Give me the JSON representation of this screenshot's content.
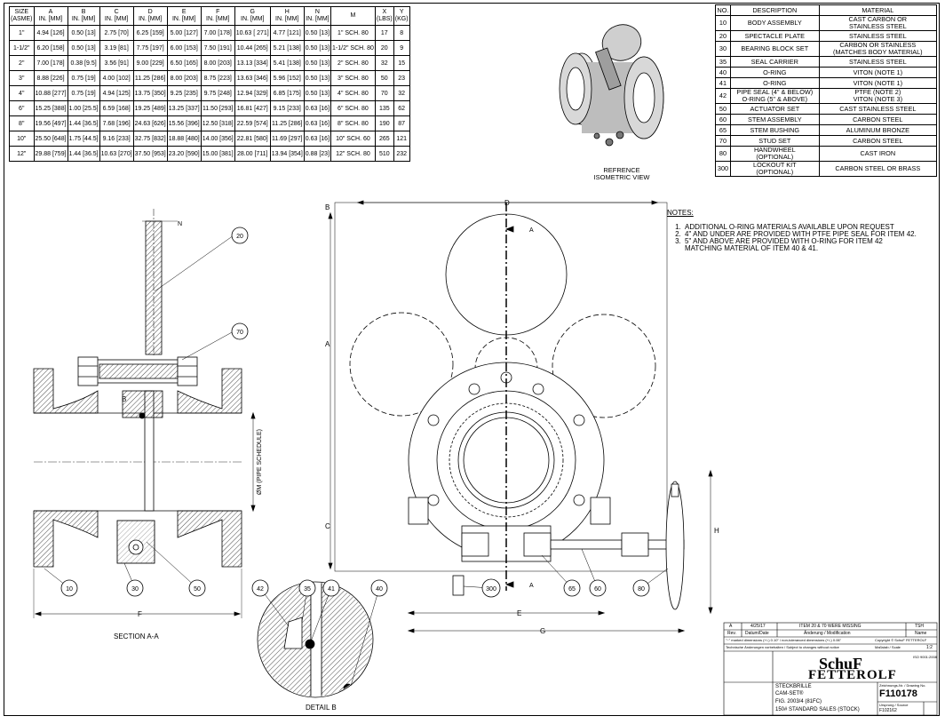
{
  "dimension_table": {
    "headers": [
      {
        "top": "SIZE",
        "bot": "(ASME)"
      },
      {
        "top": "A",
        "bot": "IN. [MM]"
      },
      {
        "top": "B",
        "bot": "IN. [MM]"
      },
      {
        "top": "C",
        "bot": "IN. [MM]"
      },
      {
        "top": "D",
        "bot": "IN. [MM]"
      },
      {
        "top": "E",
        "bot": "IN. [MM]"
      },
      {
        "top": "F",
        "bot": "IN. [MM]"
      },
      {
        "top": "G",
        "bot": "IN. [MM]"
      },
      {
        "top": "H",
        "bot": "IN. [MM]"
      },
      {
        "top": "N",
        "bot": "IN. [MM]"
      },
      {
        "top": "M",
        "bot": ""
      },
      {
        "top": "X",
        "bot": "(LBS)"
      },
      {
        "top": "Y",
        "bot": "(KG)"
      }
    ],
    "rows": [
      [
        "1\"",
        "4.94 [126]",
        "0.50 [13]",
        "2.75 [70]",
        "6.25 [159]",
        "5.00 [127]",
        "7.00 [178]",
        "10.63 [ 271]",
        "4.77 [121]",
        "0.50 [13]",
        "1\" SCH. 80",
        "17",
        "8"
      ],
      [
        "1-1/2\"",
        "6.20 [158]",
        "0.50 [13]",
        "3.19 [81]",
        "7.75 [197]",
        "6.00 [153]",
        "7.50 [191]",
        "10.44 [265]",
        "5.21 [138]",
        "0.50 [13]",
        "1-1/2\" SCH. 80",
        "20",
        "9"
      ],
      [
        "2\"",
        "7.00 [178]",
        "0.38 [9.5]",
        "3.56 [91]",
        "9.00 [229]",
        "6.50 [165]",
        "8.00 [203]",
        "13.13 [334]",
        "5.41 [138]",
        "0.50 [13]",
        "2\" SCH. 80",
        "32",
        "15"
      ],
      [
        "3\"",
        "8.88 [226]",
        "0.75 [19]",
        "4.00 [102]",
        "11.25 [286]",
        "8.00 [203]",
        "8.75 [223]",
        "13.63 [346]",
        "5.96 [152]",
        "0.50 [13]",
        "3\" SCH. 80",
        "50",
        "23"
      ],
      [
        "4\"",
        "10.88 [277]",
        "0.75 [19]",
        "4.94 [125]",
        "13.75 [350]",
        "9.25 [235]",
        "9.75 [248]",
        "12.94 [329]",
        "6.85 [175]",
        "0.50 [13]",
        "4\" SCH. 80",
        "70",
        "32"
      ],
      [
        "6\"",
        "15.25 [388]",
        "1.00 [25.5]",
        "6.59 [168]",
        "19.25 [489]",
        "13.25 [337]",
        "11.50 [293]",
        "16.81 [427]",
        "9.15 [233]",
        "0.63 [16]",
        "6\" SCH. 80",
        "135",
        "62"
      ],
      [
        "8\"",
        "19.56 [497]",
        "1.44 [36.5]",
        "7.68 [196]",
        "24.63 [626]",
        "15.56 [396]",
        "12.50 [318]",
        "22.59 [574]",
        "11.25 [286]",
        "0.63 [16]",
        "8\" SCH. 80",
        "190",
        "87"
      ],
      [
        "10\"",
        "25.50 [648]",
        "1.75 [44.5]",
        "9.16 [233]",
        "32.75 [832]",
        "18.88 [480]",
        "14.00 [356]",
        "22.81 [580]",
        "11.69 [297]",
        "0.63 [16]",
        "10\" SCH. 60",
        "265",
        "121"
      ],
      [
        "12\"",
        "29.88 [759]",
        "1.44 [36.5]",
        "10.63 [270]",
        "37.50 [953]",
        "23.20 [590]",
        "15.00 [381]",
        "28.00 [711]",
        "13.94 [354]",
        "0.88 [23]",
        "12\" SCH. 80",
        "510",
        "232"
      ]
    ]
  },
  "parts_list": {
    "headers": [
      "NO.",
      "DESCRIPTION",
      "MATERIAL"
    ],
    "rows": [
      {
        "no": "10",
        "desc": "BODY ASSEMBLY",
        "mat": "CAST CARBON OR\nSTAINLESS STEEL"
      },
      {
        "no": "20",
        "desc": "SPECTACLE PLATE",
        "mat": "STAINLESS STEEL"
      },
      {
        "no": "30",
        "desc": "BEARING BLOCK SET",
        "mat": "CARBON OR STAINLESS\n(MATCHES BODY MATERIAL)"
      },
      {
        "no": "35",
        "desc": "SEAL CARRIER",
        "mat": "STAINLESS STEEL"
      },
      {
        "no": "40",
        "desc": "O-RING",
        "mat": "VITON (NOTE 1)"
      },
      {
        "no": "41",
        "desc": "O-RING",
        "mat": "VITON (NOTE 1)"
      },
      {
        "no": "42",
        "desc": "PIPE SEAL (4\" & BELOW)\nO-RING (5\" & ABOVE)",
        "mat": "PTFE (NOTE 2)\nVITON (NOTE 3)"
      },
      {
        "no": "50",
        "desc": "ACTUATOR SET",
        "mat": "CAST STAINLESS STEEL"
      },
      {
        "no": "60",
        "desc": "STEM ASSEMBLY",
        "mat": "CARBON STEEL"
      },
      {
        "no": "65",
        "desc": "STEM BUSHING",
        "mat": "ALUMINUM BRONZE"
      },
      {
        "no": "70",
        "desc": "STUD SET",
        "mat": "CARBON STEEL"
      },
      {
        "no": "80",
        "desc": "HANDWHEEL\n(OPTIONAL)",
        "mat": "CAST IRON"
      },
      {
        "no": "300",
        "desc": "LOCKOUT KIT\n(OPTIONAL)",
        "mat": "CARBON STEEL OR BRASS"
      }
    ]
  },
  "iso_label": "REFRENCE\nISOMETRIC VIEW",
  "notes": {
    "heading": "NOTES:",
    "items": [
      "ADDITIONAL O-RING MATERIALS AVAILABLE UPON REQUEST",
      "4\" AND UNDER ARE PROVIDED WITH PTFE PIPE SEAL FOR ITEM 42.",
      "5\" AND ABOVE ARE PROVIDED WITH O-RING FOR ITEM 42\nMATCHING MATERIAL OF ITEM 40 & 41."
    ]
  },
  "captions": {
    "section": "SECTION A-A",
    "detail": "DETAIL B"
  },
  "balloons": {
    "b20": "20",
    "b70": "70",
    "b10": "10",
    "b30": "30",
    "b50": "50",
    "b42": "42",
    "b35": "35",
    "b41": "41",
    "b40": "40",
    "b300": "300",
    "b65": "65",
    "b60": "60",
    "b80": "80"
  },
  "dim_letters": {
    "N": "N",
    "B": "B",
    "F": "F",
    "M": "ØM\n(PIPE SCHEDULE)",
    "D": "D",
    "A": "A",
    "C": "C",
    "E": "E",
    "G": "G",
    "H": "H",
    "Bv": "B",
    "sec1": "A",
    "sec2": "A"
  },
  "title_block": {
    "rev": "A",
    "date": "4/25/17",
    "change": "ITEM 20 & 70 WERE MISSING",
    "init": "TSH",
    "rev_h": "Rev.",
    "date_h": "Datum/Date",
    "change_h": "Änderung / Modification",
    "name_h": "Name",
    "tol": "\"~\" marked dimensions (+/-) 0.10\" / non-toleranced dimensions (+/-) 0.06\"",
    "copyright": "Copyright © SchuF FETTEROLF",
    "techn": "Technische Änderungen vorbehalten / Subject to changes without notice",
    "scale_lbl": "Maßstab / Scale",
    "scale": "1:2",
    "brand1": "SchuF",
    "brand2": "FETTEROLF",
    "name_de": "STECKBRILLE",
    "name_en": "CAM-SET®",
    "fig": "FIG. 2003/4 (81FC)",
    "std": "150# STANDARD SALES (STOCK)",
    "drawing_no": "F110178",
    "drawing_lbl": "Zeichnungs-Nr. / Drawing No.",
    "source_lbl": "Ursprung / Source",
    "source": "F102162",
    "iso": "ISO 9001:2008"
  }
}
